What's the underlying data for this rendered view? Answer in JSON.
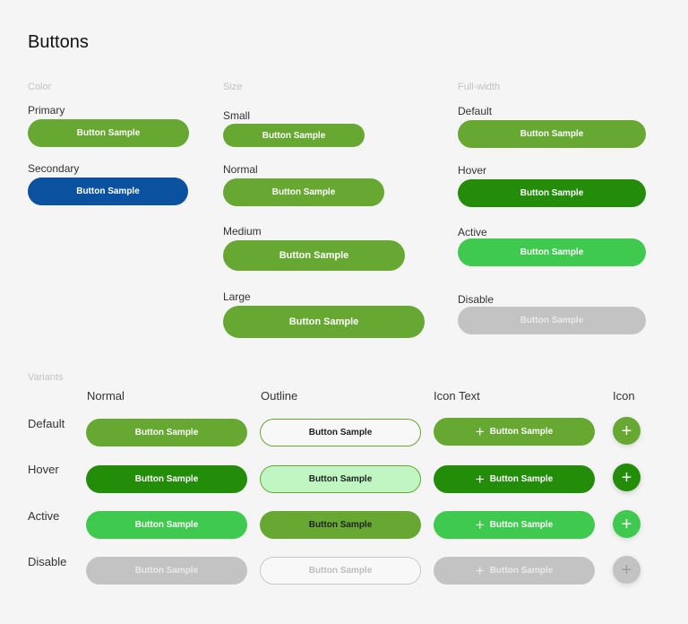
{
  "page": {
    "title": "Buttons"
  },
  "color_section": {
    "heading": "Color",
    "primary_label": "Primary",
    "primary_button": "Button Sample",
    "secondary_label": "Secondary",
    "secondary_button": "Button Sample"
  },
  "size_section": {
    "heading": "Size",
    "small_label": "Small",
    "small_button": "Button Sample",
    "normal_label": "Normal",
    "normal_button": "Button Sample",
    "medium_label": "Medium",
    "medium_button": "Button Sample",
    "large_label": "Large",
    "large_button": "Button Sample"
  },
  "fullwidth_section": {
    "heading": "Full-width",
    "default_label": "Default",
    "default_button": "Button Sample",
    "hover_label": "Hover",
    "hover_button": "Button Sample",
    "active_label": "Active",
    "active_button": "Button Sample",
    "disable_label": "Disable",
    "disable_button": "Button Sample"
  },
  "variants_section": {
    "heading": "Variants",
    "columns": [
      "Normal",
      "Outline",
      "Icon Text",
      "Icon"
    ],
    "rows": [
      {
        "label": "Default",
        "normal": "Button Sample",
        "outline": "Button Sample",
        "icon_text": "Button Sample"
      },
      {
        "label": "Hover",
        "normal": "Button Sample",
        "outline": "Button Sample",
        "icon_text": "Button Sample"
      },
      {
        "label": "Active",
        "normal": "Button Sample",
        "outline": "Button Sample",
        "icon_text": "Button Sample"
      },
      {
        "label": "Disable",
        "normal": "Button Sample",
        "outline": "Button Sample",
        "icon_text": "Button Sample"
      }
    ]
  },
  "icons": {
    "plus": "plus-icon"
  },
  "colors": {
    "primary": "#66a832",
    "secondary": "#0a52a0",
    "hover": "#238d0a",
    "active": "#3fc94e",
    "disabled": "#c3c3c3",
    "outline_hover_fill": "#bff6c2"
  }
}
